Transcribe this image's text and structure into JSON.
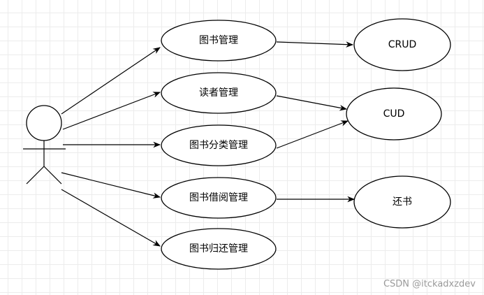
{
  "use_cases": [
    {
      "id": "uc1",
      "label": "图书管理"
    },
    {
      "id": "uc2",
      "label": "读者管理"
    },
    {
      "id": "uc3",
      "label": "图书分类管理"
    },
    {
      "id": "uc4",
      "label": "图书借阅管理"
    },
    {
      "id": "uc5",
      "label": "图书归还管理"
    }
  ],
  "operations": [
    {
      "id": "op1",
      "label": "CRUD"
    },
    {
      "id": "op2",
      "label": "CUD"
    },
    {
      "id": "op3",
      "label": "还书"
    }
  ],
  "edges": [
    {
      "from": "actor",
      "to": "uc1"
    },
    {
      "from": "actor",
      "to": "uc2"
    },
    {
      "from": "actor",
      "to": "uc3"
    },
    {
      "from": "actor",
      "to": "uc4"
    },
    {
      "from": "actor",
      "to": "uc5"
    },
    {
      "from": "uc1",
      "to": "op1"
    },
    {
      "from": "uc2",
      "to": "op2"
    },
    {
      "from": "uc3",
      "to": "op2"
    },
    {
      "from": "uc4",
      "to": "op3"
    }
  ],
  "watermark": "CSDN @itckadxzdev"
}
